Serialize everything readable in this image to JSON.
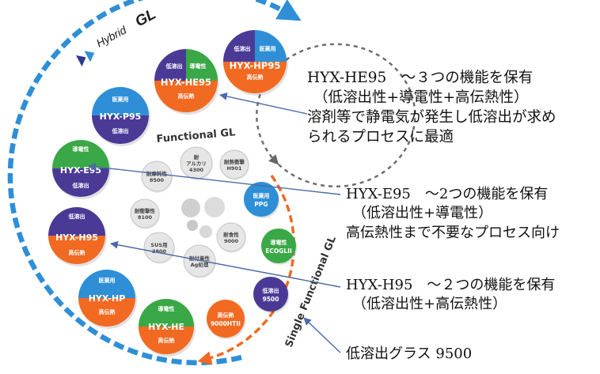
{
  "brand": {
    "logo_text": "Hybrid GL",
    "logo_sub": "Hybrid",
    "logo_main": "GL"
  },
  "rings": {
    "inner": "Functional GL",
    "middle": "Single Functional GL"
  },
  "colors": {
    "blue": "#2e8fd6",
    "orange": "#f26a22",
    "purple": "#4a3a96",
    "green": "#3aa846",
    "red": "#e8303a",
    "gray": "#8a8a8a"
  },
  "hybrid_products": [
    {
      "id": "hp95",
      "title": "HYX-HP95",
      "segments": [
        "低溶出",
        "医薬用",
        "高伝熱"
      ]
    },
    {
      "id": "he95",
      "title": "HYX-HE95",
      "segments": [
        "低溶出",
        "導電性",
        "高伝熱"
      ]
    },
    {
      "id": "p95",
      "title": "HYX-P95",
      "segments": [
        "医薬用",
        "低溶出"
      ]
    },
    {
      "id": "e95",
      "title": "HYX-E95",
      "segments": [
        "導電性",
        "低溶出"
      ]
    },
    {
      "id": "h95",
      "title": "HYX-H95",
      "segments": [
        "低溶出",
        "高伝熱"
      ]
    },
    {
      "id": "hp",
      "title": "HYX-HP",
      "segments": [
        "医薬用",
        "高伝熱"
      ]
    },
    {
      "id": "he",
      "title": "HYX-HE",
      "segments": [
        "導電性",
        "高伝熱"
      ]
    }
  ],
  "single_products": [
    {
      "id": "ppg",
      "lines": [
        "医薬用",
        "PPG"
      ]
    },
    {
      "id": "ecogl",
      "lines": [
        "導電性",
        "ECOGLII"
      ]
    },
    {
      "id": "s9500",
      "lines": [
        "低溶出",
        "9500"
      ]
    },
    {
      "id": "ht",
      "lines": [
        "高伝熱",
        "9000HTII"
      ]
    }
  ],
  "functional_products": [
    {
      "id": "alk",
      "lines": [
        "耐",
        "アルカリ",
        "4300"
      ]
    },
    {
      "id": "heat",
      "lines": [
        "耐熱衝撃",
        "H901"
      ]
    },
    {
      "id": "wear",
      "lines": [
        "耐摩耗性",
        "8500"
      ]
    },
    {
      "id": "impact",
      "lines": [
        "耐衝撃性",
        "8100"
      ]
    },
    {
      "id": "corr",
      "lines": [
        "耐食性",
        "9000"
      ]
    },
    {
      "id": "sus",
      "lines": [
        "SUS用",
        "3800"
      ]
    },
    {
      "id": "ag",
      "lines": [
        "耐付着性",
        "Ag処理"
      ]
    }
  ],
  "annotations": [
    {
      "id": "he95",
      "lines": [
        "HYX-HE95　～３つの機能を保有",
        "（低溶出性+導電性+高伝熱性）",
        "溶剤等で静電気が発生し低溶出が求め",
        "られるプロセスに最適"
      ]
    },
    {
      "id": "e95",
      "lines": [
        "HYX-E95　～2つの機能を保有",
        "（低溶出性+導電性）",
        "高伝熱性まで不要なプロセス向け"
      ]
    },
    {
      "id": "h95",
      "lines": [
        "HYX-H95　～２つの機能を保有",
        "（低溶出性+高伝熱性）"
      ]
    },
    {
      "id": "g9500",
      "lines": [
        "低溶出グラス 9500"
      ]
    }
  ]
}
